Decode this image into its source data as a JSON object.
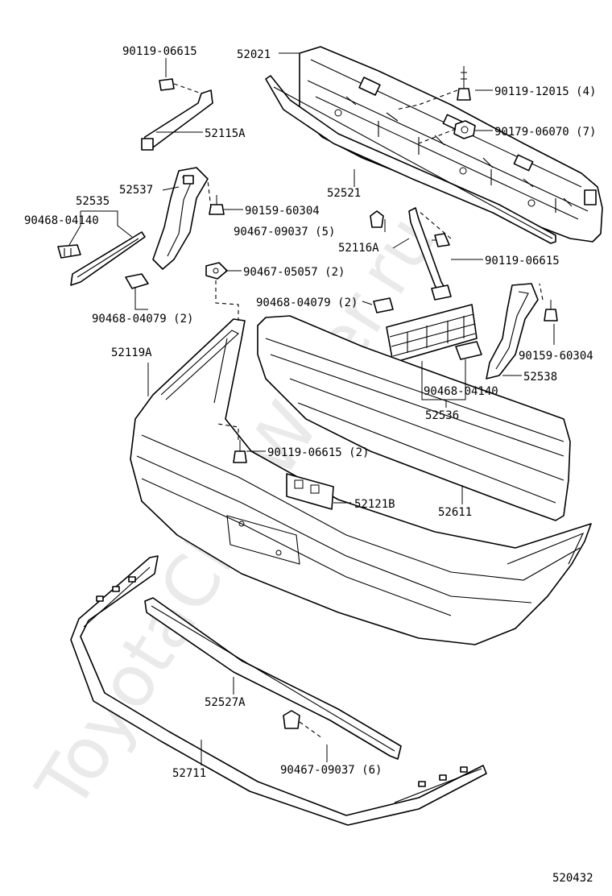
{
  "watermark": "ToyotaClubWiller.ru",
  "diagram_code": "520432",
  "labels": {
    "p90119_06615_top": "90119-06615",
    "p52021": "52021",
    "p90119_12015": "90119-12015 (4)",
    "p52115A": "52115A",
    "p90179_06070": "90179-06070 (7)",
    "p52537": "52537",
    "p52535": "52535",
    "p52521": "52521",
    "p90468_04140_left": "90468-04140",
    "p90159_60304_left": "90159-60304",
    "p90467_09037_5": "90467-09037 (5)",
    "p52116A": "52116A",
    "p90119_06615_right": "90119-06615",
    "p90467_05057": "90467-05057 (2)",
    "p90468_04079_left": "90468-04079 (2)",
    "p90468_04079_mid": "90468-04079 (2)",
    "p52119A": "52119A",
    "p90159_60304_right": "90159-60304",
    "p52538": "52538",
    "p90468_04140_mid": "90468-04140",
    "p52536": "52536",
    "p90119_06615_2": "90119-06615 (2)",
    "p52121B": "52121B",
    "p52611": "52611",
    "p52527A": "52527A",
    "p90467_09037_6": "90467-09037 (6)",
    "p52711": "52711"
  }
}
